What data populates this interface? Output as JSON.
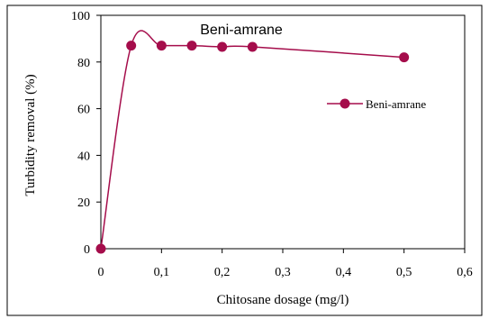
{
  "chart_data": {
    "type": "line",
    "title": "Beni-amrane",
    "xlabel": "Chitosane dosage (mg/l)",
    "ylabel": "Turbidity removal (%)",
    "xlim": [
      0,
      0.6
    ],
    "ylim": [
      0,
      100
    ],
    "x_ticks": [
      "0",
      "0,1",
      "0,2",
      "0,3",
      "0,4",
      "0,5",
      "0,6"
    ],
    "x_tick_values": [
      0,
      0.1,
      0.2,
      0.3,
      0.4,
      0.5,
      0.6
    ],
    "y_ticks": [
      "0",
      "20",
      "40",
      "60",
      "80",
      "100"
    ],
    "y_tick_values": [
      0,
      20,
      40,
      60,
      80,
      100
    ],
    "grid": false,
    "legend_position": "right",
    "smoothed": true,
    "series": [
      {
        "name": "Beni-amrane",
        "color": "#a50d4b",
        "marker": "circle",
        "x": [
          0,
          0.05,
          0.1,
          0.15,
          0.2,
          0.25,
          0.5
        ],
        "y": [
          0,
          87,
          87,
          87,
          86.5,
          86.5,
          82
        ]
      }
    ]
  }
}
